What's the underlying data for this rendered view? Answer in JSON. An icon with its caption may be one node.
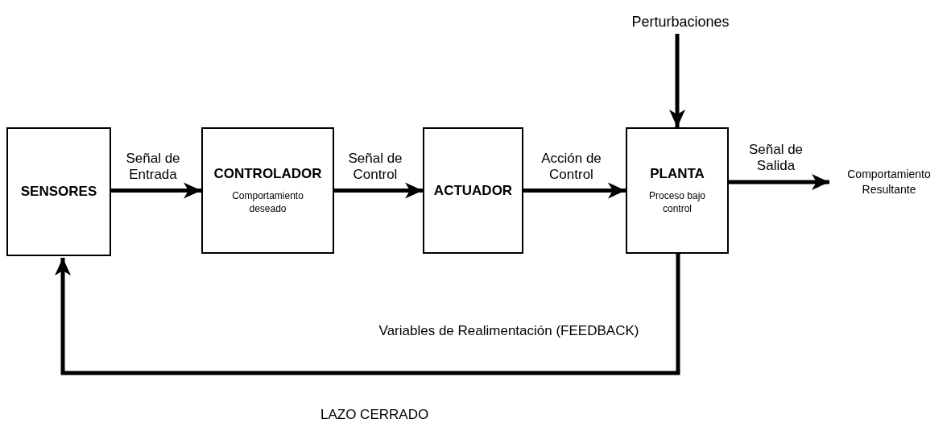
{
  "diagram": {
    "nodes": [
      {
        "text": [
          "SENSORES"
        ]
      },
      {
        "text": [
          "CONTROLADOR",
          "Comportamiento deseado"
        ]
      },
      {
        "text": [
          "ACTUADOR"
        ]
      },
      {
        "text": [
          "PLANTA",
          "Proceso bajo control"
        ]
      },
      {
        "text": [
          "Perturbaciones"
        ]
      },
      {
        "text": [
          "Comportamiento Resultante"
        ]
      }
    ],
    "edges": [
      {
        "from": 0,
        "to": 1,
        "arrow": "to",
        "label": "Señal de Entrada"
      },
      {
        "from": 1,
        "to": 2,
        "arrow": "to",
        "label": "Señal de Control"
      },
      {
        "from": 2,
        "to": 3,
        "arrow": "to",
        "label": "Acción de Control"
      },
      {
        "from": 3,
        "to": 5,
        "arrow": "to",
        "label": "Señal de Salida"
      },
      {
        "from": 4,
        "to": 3,
        "arrow": "to"
      },
      {
        "from": 3,
        "to": 0,
        "arrow": "to",
        "label": "Variables de Realimentación (FEEDBACK)"
      }
    ],
    "labels": [
      "LAZO CERRADO"
    ]
  }
}
